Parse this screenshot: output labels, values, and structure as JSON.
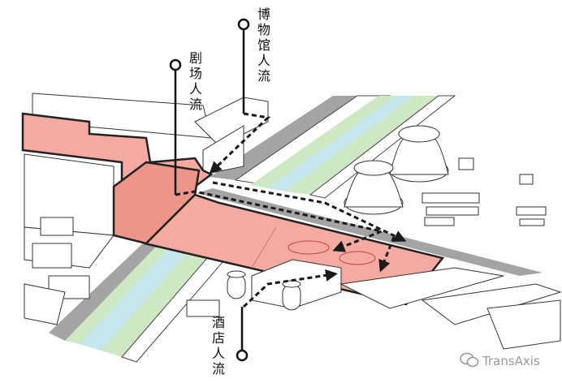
{
  "labels": {
    "museum_flow": "博物馆人流",
    "theater_flow": "剧场人流",
    "hotel_flow": "酒店人流"
  },
  "watermark": {
    "text": "TransAxis",
    "icon": "wechat-icon"
  },
  "colors": {
    "walkway": "#f4aaa0",
    "walkway_dark": "#ee958a",
    "road": "#a0a0a0",
    "green_strip": "#cde7c3",
    "blue_strip": "#c3e6ec",
    "line": "#222222",
    "flow_arrow": "#1a1a1a"
  }
}
